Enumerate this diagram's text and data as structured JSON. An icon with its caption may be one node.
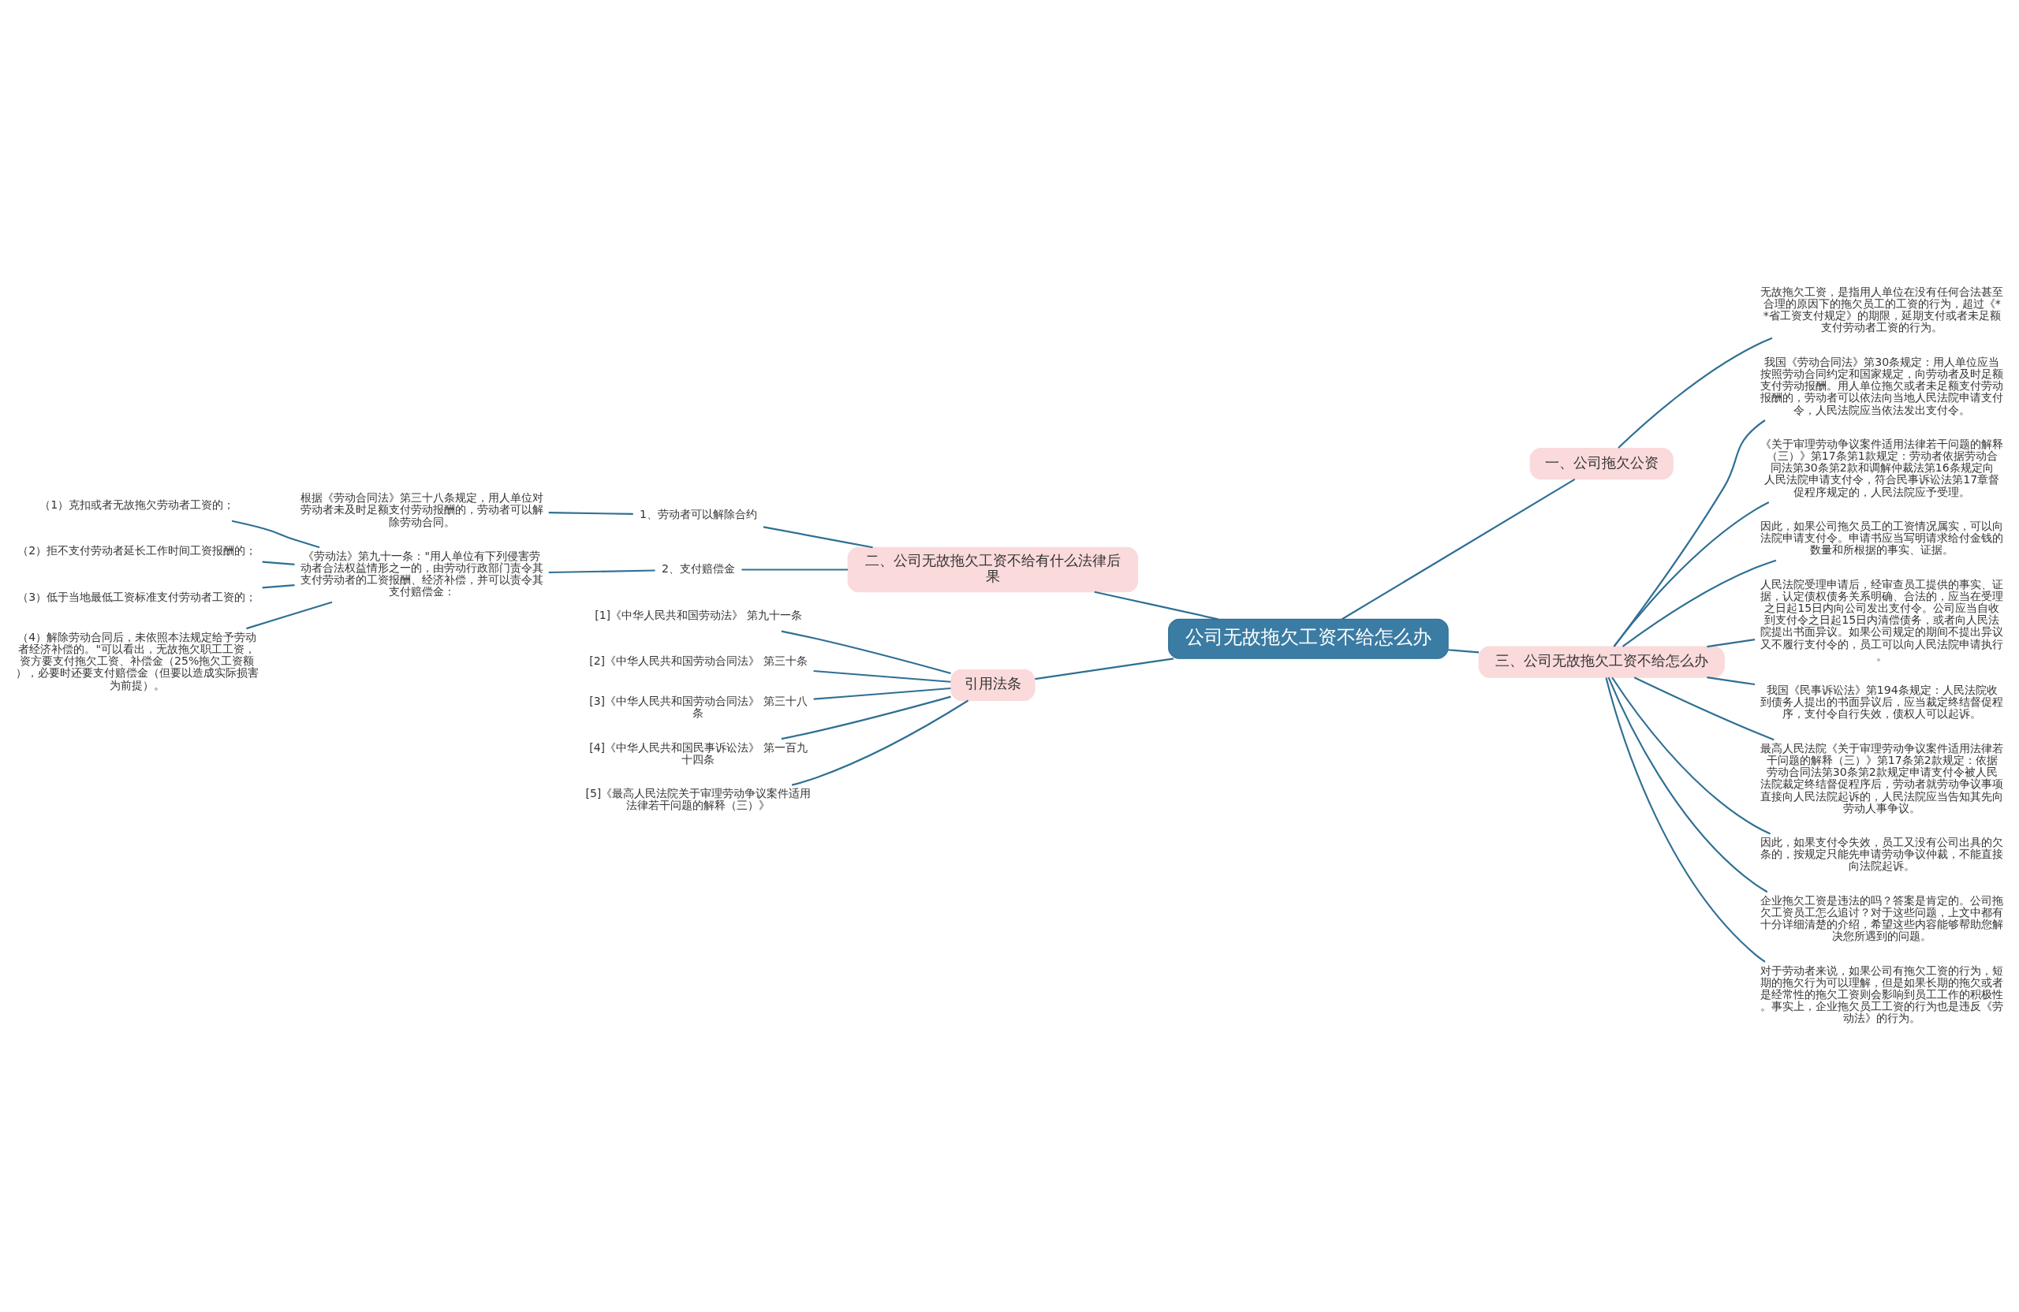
{
  "diagram": {
    "nodes": [
      {
        "text": [
          "公司无故拖欠工资不给怎么办"
        ]
      },
      {
        "text": [
          "一、公司拖欠公资"
        ]
      },
      {
        "text": [
          "无故拖欠工资，是指用人单位在没有任何合法甚至合理的原因下的拖欠员工的工资的行为，超过《**省工资支付规定》的期限，延期支付或者未足额支付劳动者工资的行为。"
        ]
      },
      {
        "text": [
          "二、公司无故拖欠工资不给有什么法律后果"
        ]
      },
      {
        "text": [
          "1、劳动者可以解除合约"
        ]
      },
      {
        "text": [
          "根据《劳动合同法》第三十八条规定，用人单位对劳动者未及时足额支付劳动报酬的，劳动者可以解除劳动合同。"
        ]
      },
      {
        "text": [
          "2、支付赔偿金"
        ]
      },
      {
        "text": [
          "《劳动法》第九十一条：\"用人单位有下列侵害劳动者合法权益情形之一的，由劳动行政部门责令其支付劳动者的工资报酬、经济补偿，并可以责令其支付赔偿金："
        ]
      },
      {
        "text": [
          "（1）克扣或者无故拖欠劳动者工资的；"
        ]
      },
      {
        "text": [
          "（2）拒不支付劳动者延长工作时间工资报酬的；"
        ]
      },
      {
        "text": [
          "（3）低于当地最低工资标准支付劳动者工资的；"
        ]
      },
      {
        "text": [
          "（4）解除劳动合同后，未依照本法规定给予劳动者经济补偿的。\"可以看出，无故拖欠职工工资，资方要支付拖欠工资、补偿金（25%拖欠工资额），必要时还要支付赔偿金（但要以造成实际损害为前提）。"
        ]
      },
      {
        "text": [
          "引用法条"
        ]
      },
      {
        "text": [
          "[1]《中华人民共和国劳动法》 第九十一条"
        ]
      },
      {
        "text": [
          "[2]《中华人民共和国劳动合同法》 第三十条"
        ]
      },
      {
        "text": [
          "[3]《中华人民共和国劳动合同法》 第三十八条"
        ]
      },
      {
        "text": [
          "[4]《中华人民共和国民事诉讼法》 第一百九十四条"
        ]
      },
      {
        "text": [
          "[5]《最高人民法院关于审理劳动争议案件适用法律若干问题的解释（三）》"
        ]
      },
      {
        "text": [
          "三、公司无故拖欠工资不给怎么办"
        ]
      },
      {
        "text": [
          "我国《劳动合同法》第30条规定：用人单位应当按照劳动合同约定和国家规定，向劳动者及时足额支付劳动报酬。用人单位拖欠或者未足额支付劳动报酬的，劳动者可以依法向当地人民法院申请支付令，人民法院应当依法发出支付令。"
        ]
      },
      {
        "text": [
          "《关于审理劳动争议案件适用法律若干问题的解释（三）》第17条第1款规定：劳动者依据劳动合同法第30条第2款和调解仲裁法第16条规定向人民法院申请支付令，符合民事诉讼法第17章督促程序规定的，人民法院应予受理。"
        ]
      },
      {
        "text": [
          "因此，如果公司拖欠员工的工资情况属实，可以向法院申请支付令。申请书应当写明请求给付金钱的数量和所根据的事实、证据。"
        ]
      },
      {
        "text": [
          "人民法院受理申请后，经审查员工提供的事实、证据，认定债权债务关系明确、合法的，应当在受理之日起15日内向公司发出支付令。公司应当自收到支付令之日起15日内清偿债务，或者向人民法院提出书面异议。如果公司规定的期间不提出异议又不履行支付令的，员工可以向人民法院申请执行。"
        ]
      },
      {
        "text": [
          "我国《民事诉讼法》第194条规定：人民法院收到债务人提出的书面异议后，应当裁定终结督促程序，支付令自行失效，债权人可以起诉。"
        ]
      },
      {
        "text": [
          "最高人民法院《关于审理劳动争议案件适用法律若干问题的解释（三）》第17条第2款规定：依据劳动合同法第30条第2款规定申请支付令被人民法院裁定终结督促程序后，劳动者就劳动争议事项直接向人民法院起诉的，人民法院应当告知其先向劳动人事争议。"
        ]
      },
      {
        "text": [
          "因此，如果支付令失效，员工又没有公司出具的欠条的，按规定只能先申请劳动争议仲裁，不能直接向法院起诉。"
        ]
      },
      {
        "text": [
          "企业拖欠工资是违法的吗？答案是肯定的。公司拖欠工资员工怎么追讨？对于这些问题，上文中都有十分详细清楚的介绍，希望这些内容能够帮助您解决您所遇到的问题。"
        ]
      },
      {
        "text": [
          "对于劳动者来说，如果公司有拖欠工资的行为，短期的拖欠行为可以理解，但是如果长期的拖欠或者是经常性的拖欠工资则会影响到员工工作的积极性。事实上，企业拖欠员工工资的行为也是违反《劳动法》的行为。"
        ]
      }
    ],
    "edges": [
      {
        "from": 0,
        "to": 1,
        "arrow": "none"
      },
      {
        "from": 1,
        "to": 2,
        "arrow": "none"
      },
      {
        "from": 0,
        "to": 3,
        "arrow": "none"
      },
      {
        "from": 3,
        "to": 4,
        "arrow": "none"
      },
      {
        "from": 4,
        "to": 5,
        "arrow": "none"
      },
      {
        "from": 3,
        "to": 6,
        "arrow": "none"
      },
      {
        "from": 6,
        "to": 7,
        "arrow": "none"
      },
      {
        "from": 7,
        "to": 8,
        "arrow": "none"
      },
      {
        "from": 7,
        "to": 9,
        "arrow": "none"
      },
      {
        "from": 7,
        "to": 10,
        "arrow": "none"
      },
      {
        "from": 7,
        "to": 11,
        "arrow": "none"
      },
      {
        "from": 0,
        "to": 12,
        "arrow": "none"
      },
      {
        "from": 12,
        "to": 13,
        "arrow": "none"
      },
      {
        "from": 12,
        "to": 14,
        "arrow": "none"
      },
      {
        "from": 12,
        "to": 15,
        "arrow": "none"
      },
      {
        "from": 12,
        "to": 16,
        "arrow": "none"
      },
      {
        "from": 12,
        "to": 17,
        "arrow": "none"
      },
      {
        "from": 0,
        "to": 18,
        "arrow": "none"
      },
      {
        "from": 18,
        "to": 19,
        "arrow": "none"
      },
      {
        "from": 18,
        "to": 20,
        "arrow": "none"
      },
      {
        "from": 18,
        "to": 21,
        "arrow": "none"
      },
      {
        "from": 18,
        "to": 22,
        "arrow": "none"
      },
      {
        "from": 18,
        "to": 23,
        "arrow": "none"
      },
      {
        "from": 18,
        "to": 24,
        "arrow": "none"
      },
      {
        "from": 18,
        "to": 25,
        "arrow": "none"
      },
      {
        "from": 18,
        "to": 26,
        "arrow": "none"
      },
      {
        "from": 18,
        "to": 27,
        "arrow": "none"
      }
    ]
  }
}
